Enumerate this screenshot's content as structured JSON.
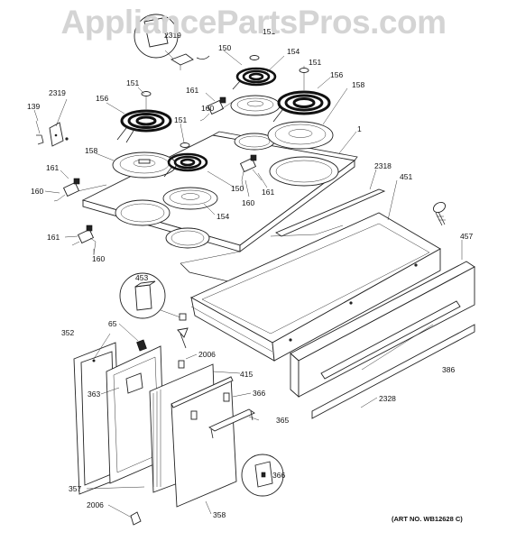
{
  "watermark": "AppliancePartsPros.com",
  "art_number": "(ART NO. WB12628 C)",
  "callouts": {
    "c2319_top": "2319",
    "c150_top": "150",
    "c151_top": "151",
    "c154_top": "154",
    "c151_tr": "151",
    "c156_tr": "156",
    "c158_tr": "158",
    "c161_mid": "161",
    "c160_mid": "160",
    "c2319_left": "2319",
    "c139": "139",
    "c156_left": "156",
    "c151_left": "151",
    "c151_center": "151",
    "c1": "1",
    "c158_left": "158",
    "c161_left": "161",
    "c160_left": "160",
    "c150_center": "150",
    "c161_right": "161",
    "c160_right": "160",
    "c154_center": "154",
    "c2318": "2318",
    "c451": "451",
    "c161_low": "161",
    "c160_low": "160",
    "c457": "457",
    "c453": "453",
    "c65": "65",
    "c352": "352",
    "c2006_top": "2006",
    "c415": "415",
    "c386": "386",
    "c363": "363",
    "c366_top": "366",
    "c365": "365",
    "c2328": "2328",
    "c366_bottom": "366",
    "c357": "357",
    "c2006_bottom": "2006",
    "c358": "358"
  }
}
